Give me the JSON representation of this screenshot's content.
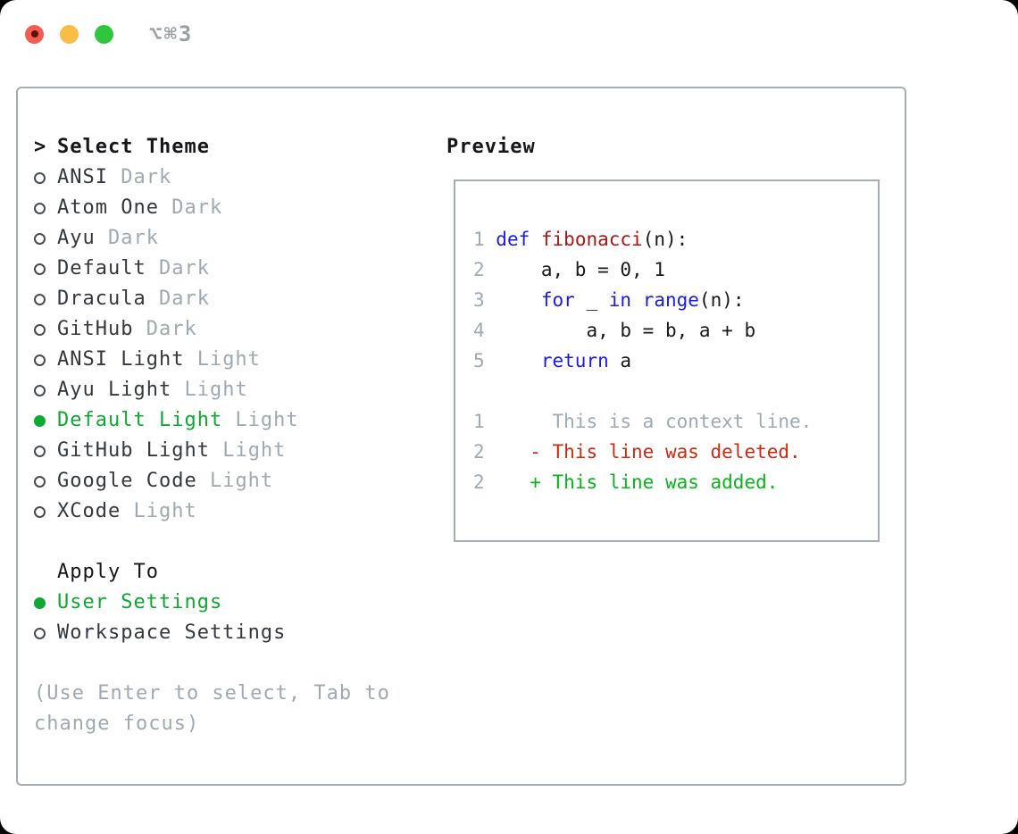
{
  "window": {
    "title": "⌥⌘3",
    "traffic_lights": [
      "close",
      "minimize",
      "zoom"
    ]
  },
  "theme_selector": {
    "pointer": ">",
    "title": "Select Theme",
    "items": [
      {
        "name": "ANSI",
        "tag": "Dark",
        "selected": false
      },
      {
        "name": "Atom One",
        "tag": "Dark",
        "selected": false
      },
      {
        "name": "Ayu",
        "tag": "Dark",
        "selected": false
      },
      {
        "name": "Default",
        "tag": "Dark",
        "selected": false
      },
      {
        "name": "Dracula",
        "tag": "Dark",
        "selected": false
      },
      {
        "name": "GitHub",
        "tag": "Dark",
        "selected": false
      },
      {
        "name": "ANSI Light",
        "tag": "Light",
        "selected": false
      },
      {
        "name": "Ayu Light",
        "tag": "Light",
        "selected": false
      },
      {
        "name": "Default Light",
        "tag": "Light",
        "selected": true
      },
      {
        "name": "GitHub Light",
        "tag": "Light",
        "selected": false
      },
      {
        "name": "Google Code",
        "tag": "Light",
        "selected": false
      },
      {
        "name": "XCode",
        "tag": "Light",
        "selected": false
      }
    ]
  },
  "apply_to": {
    "title": "Apply To",
    "options": [
      {
        "label": "User Settings",
        "selected": true
      },
      {
        "label": "Workspace Settings",
        "selected": false
      }
    ]
  },
  "hint": "(Use Enter to select, Tab to change focus)",
  "preview": {
    "title": "Preview",
    "lines": [
      {
        "segs": [
          [
            "num",
            "1 "
          ],
          [
            "kw",
            "def"
          ],
          [
            "plain",
            " "
          ],
          [
            "fn",
            "fibonacci"
          ],
          [
            "plain",
            "(n):"
          ]
        ]
      },
      {
        "segs": [
          [
            "num",
            "2 "
          ],
          [
            "plain",
            "    a, b = 0, 1"
          ]
        ]
      },
      {
        "segs": [
          [
            "num",
            "3 "
          ],
          [
            "plain",
            "    "
          ],
          [
            "kw",
            "for"
          ],
          [
            "plain",
            " _ "
          ],
          [
            "kw",
            "in"
          ],
          [
            "plain",
            " "
          ],
          [
            "kw",
            "range"
          ],
          [
            "plain",
            "(n):"
          ]
        ]
      },
      {
        "segs": [
          [
            "num",
            "4 "
          ],
          [
            "plain",
            "        a, b = b, a + b"
          ]
        ]
      },
      {
        "segs": [
          [
            "num",
            "5 "
          ],
          [
            "plain",
            "    "
          ],
          [
            "kw",
            "return"
          ],
          [
            "plain",
            " a"
          ]
        ]
      },
      {
        "segs": []
      },
      {
        "segs": [
          [
            "num",
            "1"
          ],
          [
            "ctx",
            "      This is a context line."
          ]
        ]
      },
      {
        "segs": [
          [
            "num",
            "2"
          ],
          [
            "del",
            "    - This line was deleted."
          ]
        ]
      },
      {
        "segs": [
          [
            "num",
            "2"
          ],
          [
            "add",
            "    + This line was added."
          ]
        ]
      }
    ]
  },
  "colors": {
    "accent_green": "#0fa832",
    "added_green": "#0ab31e",
    "deleted_red": "#cd2a12",
    "keyword_blue": "#1b1be6",
    "function_red": "#a61717",
    "code_text": "#17191d",
    "text_dark": "#34383e",
    "heading_dark": "#15171a",
    "muted_gray": "#9fa9b4",
    "ring_gray": "#474c53",
    "border_gray": "#a6adb8",
    "titlebar_gray": "#9aa0a6",
    "light_red": "#f35c51",
    "light_yellow": "#f7bd45",
    "light_green": "#2fc63e"
  }
}
